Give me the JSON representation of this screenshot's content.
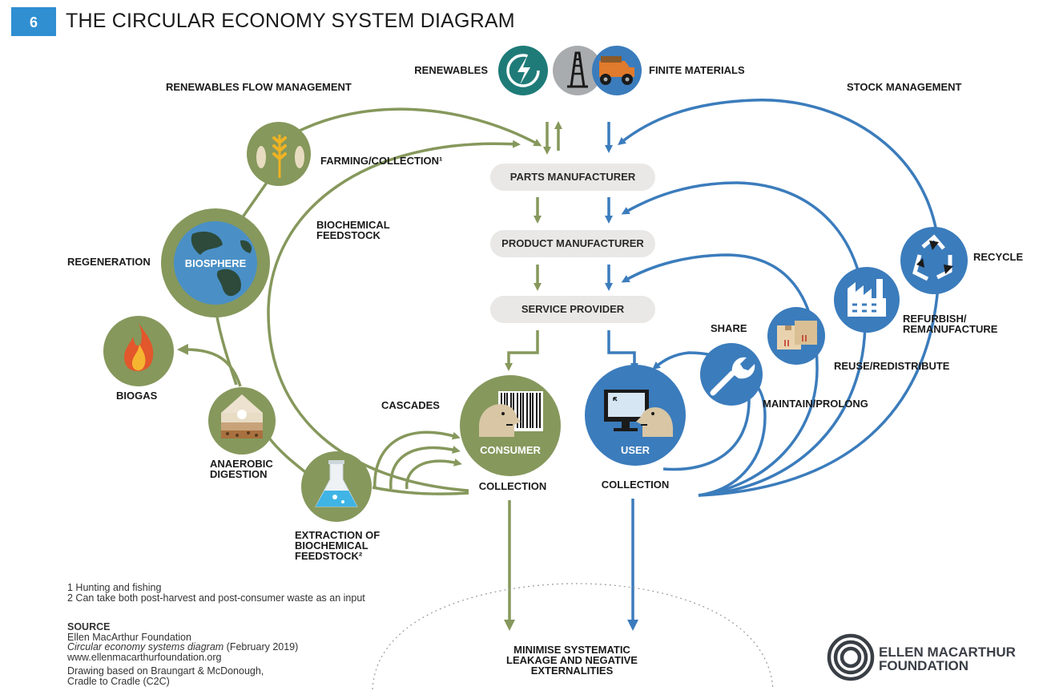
{
  "header": {
    "badge": "6",
    "title": "THE CIRCULAR ECONOMY SYSTEM DIAGRAM"
  },
  "colors": {
    "green": "#86985c",
    "blue": "#3b7cbc",
    "badge": "#2f8fd1",
    "box": "#e9e8e6"
  },
  "top": {
    "renewables": "RENEWABLES",
    "finite": "FINITE MATERIALS",
    "renewables_flow": "RENEWABLES FLOW MANAGEMENT",
    "stock": "STOCK MANAGEMENT"
  },
  "boxes": {
    "parts": "PARTS MANUFACTURER",
    "product": "PRODUCT MANUFACTURER",
    "service": "SERVICE PROVIDER"
  },
  "bio": {
    "farming": "FARMING/COLLECTION¹",
    "feed_1": "BIOCHEMICAL",
    "feed_2": "FEEDSTOCK",
    "regeneration": "REGENERATION",
    "biosphere": "BIOSPHERE",
    "biogas": "BIOGAS",
    "anaerobic_1": "ANAEROBIC",
    "anaerobic_2": "DIGESTION",
    "extraction_1": "EXTRACTION OF",
    "extraction_2": "BIOCHEMICAL",
    "extraction_3": "FEEDSTOCK²",
    "cascades": "CASCADES",
    "consumer": "CONSUMER",
    "collection": "COLLECTION"
  },
  "tech": {
    "recycle": "RECYCLE",
    "refurbish_1": "REFURBISH/",
    "refurbish_2": "REMANUFACTURE",
    "share": "SHARE",
    "reuse": "REUSE/REDISTRIBUTE",
    "maintain": "MAINTAIN/PROLONG",
    "user": "USER",
    "collection": "COLLECTION"
  },
  "leakage": {
    "line_1": "MINIMISE SYSTEMATIC",
    "line_2": "LEAKAGE AND NEGATIVE",
    "line_3": "EXTERNALITIES"
  },
  "footnotes": {
    "note_1": "1 Hunting and fishing",
    "note_2": "2 Can take both post-harvest and post-consumer waste as an input",
    "source_label": "SOURCE",
    "source_1": "Ellen MacArthur Foundation",
    "source_2_italic": "Circular economy systems diagram",
    "source_2_rest": " (February 2019)",
    "source_3": "www.ellenmacarthurfoundation.org",
    "source_4": "Drawing based on Braungart & McDonough,",
    "source_5": "Cradle to Cradle (C2C)"
  },
  "logo": {
    "line_1": "ELLEN MACARTHUR",
    "line_2": "FOUNDATION"
  },
  "icons": {
    "renewables": "renewable-energy-icon",
    "oil_rig": "oil-rig-icon",
    "mining_truck": "mining-truck-icon",
    "farming": "wheat-fish-icon",
    "biosphere": "globe-icon",
    "biogas": "flame-icon",
    "anaerobic": "soil-layers-icon",
    "extraction": "flask-icon",
    "consumer": "person-barcode-icon",
    "user": "person-computer-icon",
    "maintain": "wrench-icon",
    "reuse": "boxes-icon",
    "refurbish": "factory-icon",
    "recycle": "recycle-icon"
  }
}
